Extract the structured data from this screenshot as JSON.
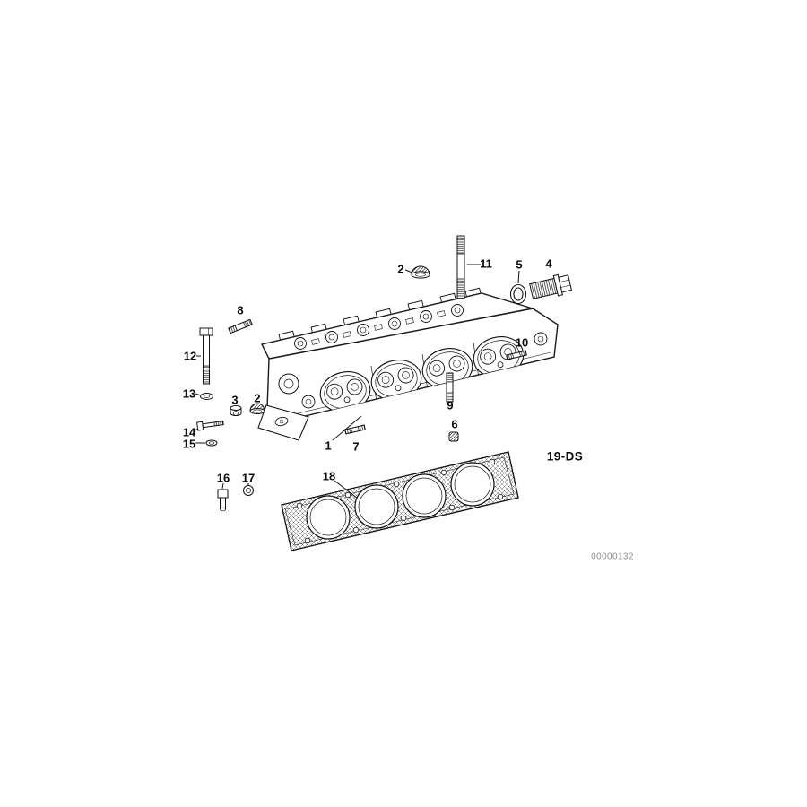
{
  "diagram": {
    "part_labels": [
      {
        "text": "2"
      },
      {
        "text": "11"
      },
      {
        "text": "5"
      },
      {
        "text": "4"
      },
      {
        "text": "8"
      },
      {
        "text": "12"
      },
      {
        "text": "13"
      },
      {
        "text": "3"
      },
      {
        "text": "2"
      },
      {
        "text": "14"
      },
      {
        "text": "15"
      },
      {
        "text": "1"
      },
      {
        "text": "7"
      },
      {
        "text": "9"
      },
      {
        "text": "6"
      },
      {
        "text": "10"
      },
      {
        "text": "16"
      },
      {
        "text": "17"
      },
      {
        "text": "18"
      }
    ],
    "assembly_label": "19-DS",
    "doc_number": "00000132"
  }
}
